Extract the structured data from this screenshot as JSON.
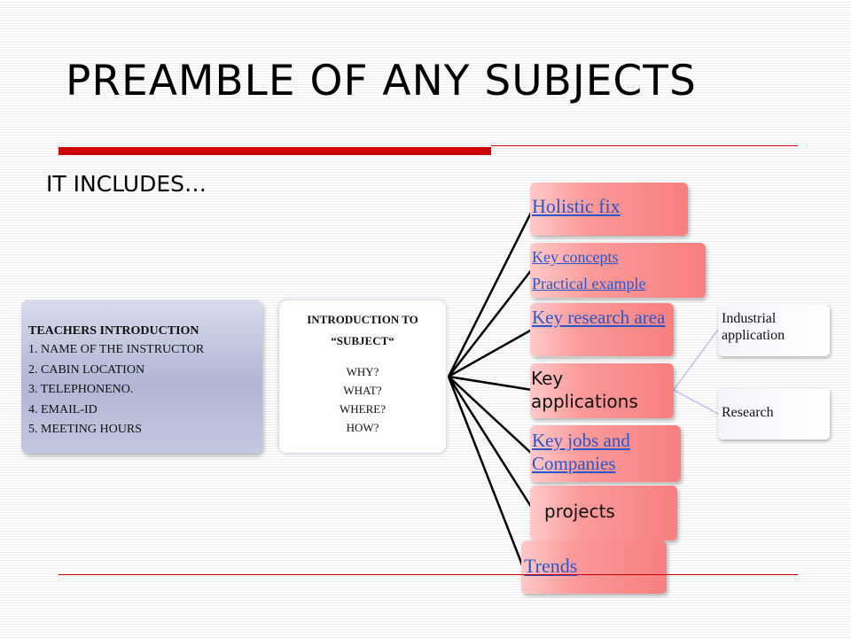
{
  "slide": {
    "title": "PREAMBLE OF ANY SUBJECTS",
    "subtitle": "IT INCLUDES…"
  },
  "teachers": {
    "heading": "TEACHERS INTRODUCTION",
    "items": [
      "1. NAME OF THE INSTRUCTOR",
      "2. CABIN LOCATION",
      "3. TELEPHONENO.",
      "4. EMAIL-ID",
      "5. MEETING HOURS"
    ]
  },
  "intro": {
    "heading_line1": "INTRODUCTION TO",
    "heading_line2": "“SUBJECT“",
    "questions": [
      "WHY?",
      "WHAT?",
      "WHERE?",
      "HOW?"
    ]
  },
  "branches": {
    "holistic": "Holistic fix",
    "key_concepts": "Key concepts",
    "practical": "Practical example",
    "research_area": "Key research area",
    "applications": "Key applications",
    "jobs": "Key jobs and Companies",
    "projects": "projects",
    "trends": "Trends"
  },
  "applications_sub": {
    "industrial": "Industrial application",
    "research": "Research"
  },
  "colors": {
    "accent_red": "#cc0000",
    "link_blue": "#2b55c8",
    "branch_pink": "#f77f7f",
    "teacher_box": "#b0b6d4"
  }
}
